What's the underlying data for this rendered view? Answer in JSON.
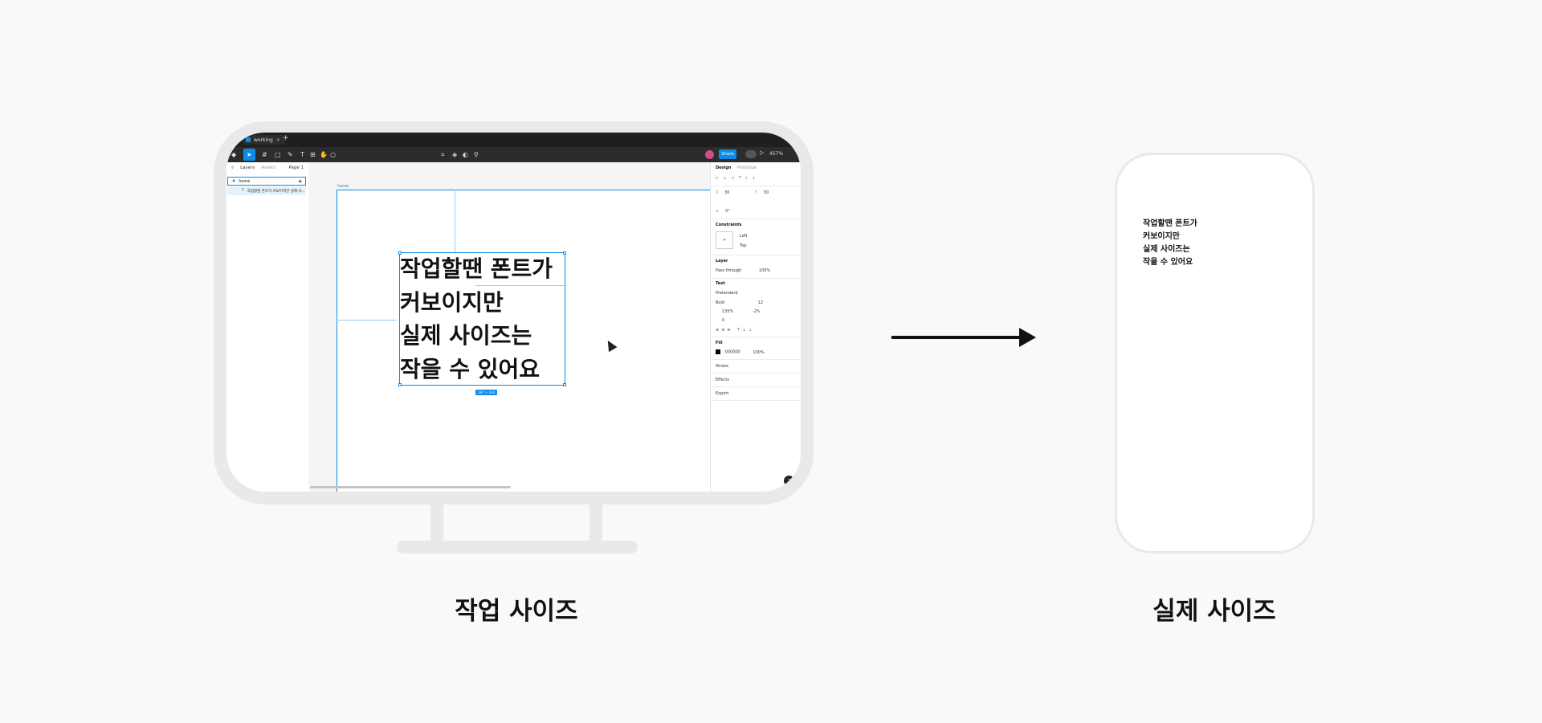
{
  "editor": {
    "tab_title": "working",
    "share_label": "Share",
    "zoom": "457%",
    "layers_tab": "Layers",
    "assets_tab": "Assets",
    "page_label": "Page 1",
    "frame_name": "home",
    "text_layer_name": "작업할땐 폰트가 커보이지만 실제 사...",
    "frame_label": "home",
    "dimension_badge": "187 × 164",
    "canvas_text": [
      "작업할땐 폰트가",
      "커보이지만",
      "실제 사이즈는",
      "작을 수 있어요"
    ],
    "design_tab": "Design",
    "prototype_tab": "Prototype",
    "x_value": "30",
    "y_value": "30",
    "rotation": "0°",
    "constraints_label": "Constraints",
    "constraint_h": "Left",
    "constraint_v": "Top",
    "layer_label": "Layer",
    "blend_mode": "Pass through",
    "layer_opacity": "100%",
    "text_label": "Text",
    "font_family": "Pretendard",
    "font_weight": "Bold",
    "font_size": "12",
    "line_height": "135%",
    "letter_spacing": "-2%",
    "paragraph_spacing": "0",
    "fill_label": "Fill",
    "fill_hex": "000000",
    "fill_opacity": "100%",
    "stroke_label": "Stroke",
    "effects_label": "Effects",
    "export_label": "Export"
  },
  "phone": {
    "text": [
      "작업할땐 폰트가",
      "커보이지만",
      "실제 사이즈는",
      "작을 수 있어요"
    ]
  },
  "captions": {
    "left": "작업 사이즈",
    "right": "실제 사이즈"
  },
  "colors": {
    "accent": "#0c8ce9",
    "device": "#e9e9e9",
    "background": "#f9f9f9"
  }
}
